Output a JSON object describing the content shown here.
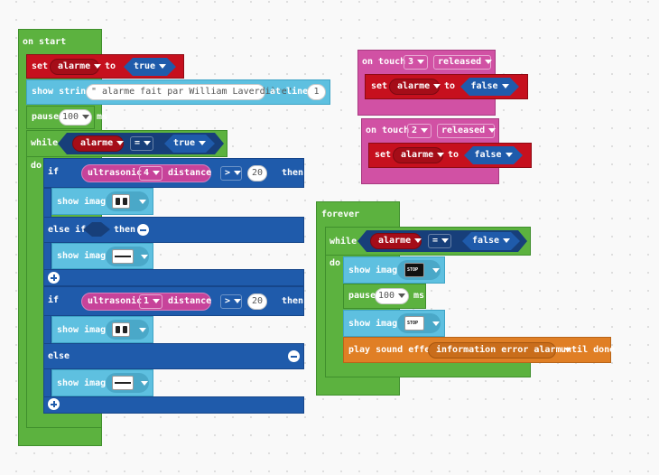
{
  "on_start": {
    "label": "on start",
    "set_label": "set",
    "to_label": "to",
    "var_alarme": "alarme",
    "value_true": "true",
    "show_string_label": "show string",
    "string_value": "\" alarme fait par William Laverdière\"",
    "at_line_label": "at line",
    "line_value": "1",
    "pause_label": "pause",
    "pause_value": "100",
    "ms_label": "ms",
    "while_label": "while",
    "do_label": "do",
    "eq_op": "=",
    "if_label": "if",
    "then_label": "then",
    "ultrasonic_label": "ultrasonic",
    "ultrasonic_port_1": "4",
    "ultrasonic_port_2": "1",
    "distance_label": "distance",
    "gt_op": ">",
    "threshold_1": "20",
    "threshold_2": "20",
    "show_image_label": "show image",
    "else_if_label": "else if",
    "else_label": "else"
  },
  "on_touch_3": {
    "label": "on touch",
    "pin": "3",
    "event": "released",
    "set_label": "set",
    "var": "alarme",
    "to_label": "to",
    "value": "false"
  },
  "on_touch_2": {
    "label": "on touch",
    "pin": "2",
    "event": "released",
    "set_label": "set",
    "var": "alarme",
    "to_label": "to",
    "value": "false"
  },
  "forever": {
    "label": "forever",
    "while_label": "while",
    "do_label": "do",
    "var": "alarme",
    "eq_op": "=",
    "value": "false",
    "show_image_label": "show image",
    "pause_label": "pause",
    "pause_value": "100",
    "ms_label": "ms",
    "play_sound_label": "play sound effect",
    "sound_name": "information error alarm",
    "until_done_label": "until done"
  },
  "colors": {
    "basic_green": "#5cb23f",
    "variables_red": "#c6101e",
    "basic_cyan": "#5ec0e0",
    "logic_blue": "#1f5bab",
    "sensor_pink": "#d151a4",
    "music_orange": "#e07f25"
  }
}
